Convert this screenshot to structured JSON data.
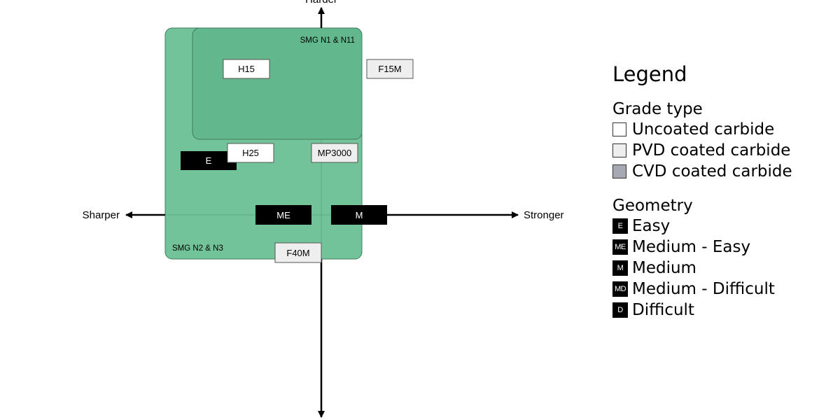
{
  "axes": {
    "top": "Harder",
    "left": "Sharper",
    "right": "Stronger"
  },
  "zones": {
    "outer": {
      "label": "SMG N2 & N3",
      "color": "#72c399"
    },
    "inner": {
      "label": "SMG N1 & N11",
      "color": "#62b88c"
    }
  },
  "grades": {
    "h15": "H15",
    "f15m": "F15M",
    "h25": "H25",
    "mp3000": "MP3000",
    "f40m": "F40M"
  },
  "geometry_boxes": {
    "e": "E",
    "me": "ME",
    "m": "M"
  },
  "legend": {
    "title": "Legend",
    "grade_type": {
      "heading": "Grade type",
      "items": [
        {
          "label": "Uncoated carbide",
          "color": "#ffffff"
        },
        {
          "label": "PVD coated carbide",
          "color": "#eeeeee"
        },
        {
          "label": "CVD coated carbide",
          "color": "#a6a8b3"
        }
      ]
    },
    "geometry": {
      "heading": "Geometry",
      "items": [
        {
          "code": "E",
          "label": "Easy"
        },
        {
          "code": "ME",
          "label": "Medium - Easy"
        },
        {
          "code": "M",
          "label": "Medium"
        },
        {
          "code": "MD",
          "label": "Medium - Difficult"
        },
        {
          "code": "D",
          "label": "Difficult"
        }
      ]
    }
  },
  "colors": {
    "uncoated": "#ffffff",
    "pvd": "#eeeeee",
    "geometry": "#000000"
  }
}
